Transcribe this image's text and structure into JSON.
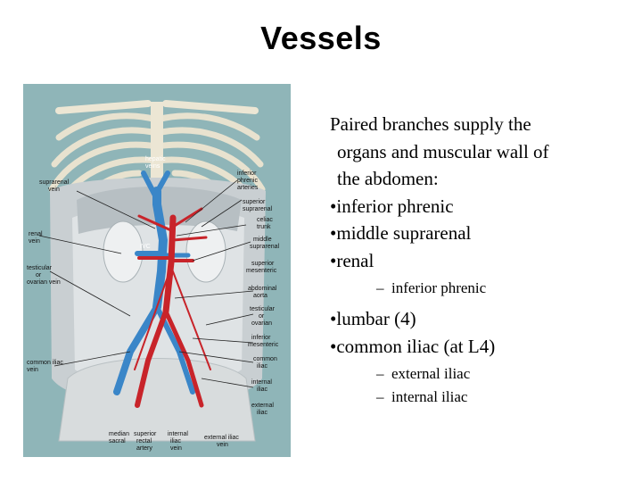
{
  "slide": {
    "title": "Vessels"
  },
  "text": {
    "intro": [
      "Paired branches supply the",
      "organs and muscular wall of",
      "the abdomen:"
    ],
    "bullet_char": "•",
    "dash_char": "–",
    "items_a": [
      "inferior phrenic",
      "middle suprarenal",
      "renal"
    ],
    "sub_a": [
      "inferior phrenic"
    ],
    "items_b": [
      "lumbar (4)",
      "common iliac (at L4)"
    ],
    "sub_b": [
      "external iliac",
      "internal iliac"
    ]
  },
  "figure": {
    "labels": {
      "hepatic_veins": [
        "hepatic",
        "veins"
      ],
      "suprarenal_vein": [
        "suprarenal",
        "vein"
      ],
      "renal_vein": [
        "renal",
        "vein"
      ],
      "testicular_vein": [
        "testicular",
        "or",
        "ovarian vein"
      ],
      "common_iliac_vein": [
        "common iliac",
        "vein"
      ],
      "median_sacral": [
        "median",
        "sacral"
      ],
      "superior_rectal": [
        "superior",
        "rectal",
        "artery"
      ],
      "internal_iliac_vein": [
        "internal",
        "iliac",
        "vein"
      ],
      "external_iliac_vein": [
        "external iliac",
        "vein"
      ],
      "inferior_phrenic": [
        "inferior",
        "phrenic",
        "arteries"
      ],
      "superior_suprarenal": [
        "superior",
        "suprarenal"
      ],
      "celiac_trunk": [
        "celiac",
        "trunk"
      ],
      "middle_suprarenal": [
        "middle",
        "suprarenal"
      ],
      "superior_mesenteric": [
        "superior",
        "mesenteric"
      ],
      "abdominal_aorta": [
        "abdominal",
        "aorta"
      ],
      "testicular_artery": [
        "testicular",
        "or",
        "ovarian"
      ],
      "inferior_mesenteric": [
        "inferior",
        "mesenteric"
      ],
      "common_iliac": [
        "common",
        "iliac"
      ],
      "internal_iliac": [
        "internal",
        "iliac"
      ],
      "external_iliac": [
        "external",
        "iliac"
      ],
      "ivc": "IVC"
    },
    "colors": {
      "background": "#8fb5b8",
      "vein": "#3a86c8",
      "artery": "#c8242a"
    }
  }
}
